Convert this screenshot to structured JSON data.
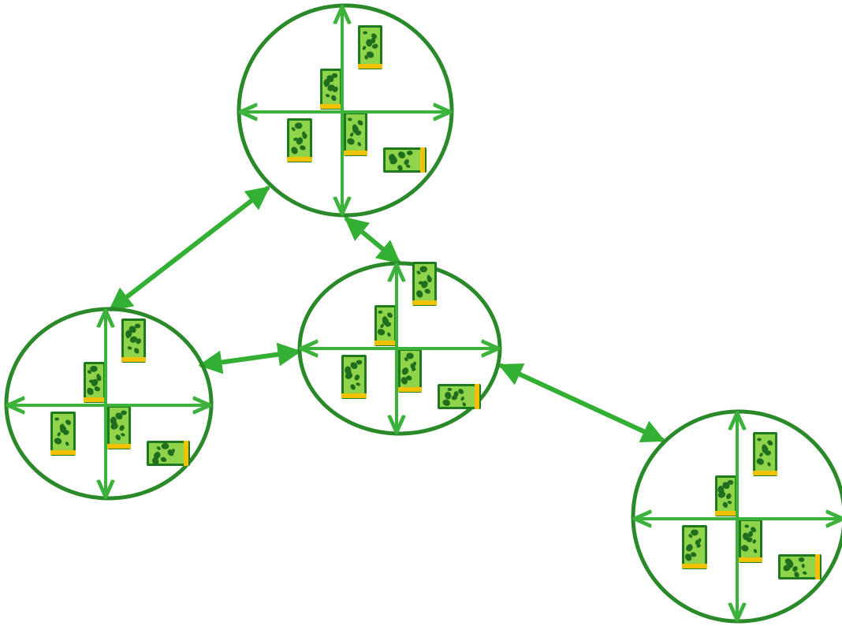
{
  "diagram": {
    "colors": {
      "circle_stroke": "#2a8a2a",
      "axis": "#3cb23c",
      "connector": "#33b033",
      "card_border": "#1f7a1f",
      "card_fill": "#8fd44a",
      "card_spots": "#1f6e1f",
      "card_band": "#f2c200",
      "background": "#ffffff"
    },
    "node_icon": "green-card-icon",
    "nodes": [
      {
        "id": "node-top"
      },
      {
        "id": "node-left"
      },
      {
        "id": "node-middle"
      },
      {
        "id": "node-bottom-right"
      }
    ],
    "edges": [
      {
        "from": "node-top",
        "to": "node-left",
        "arrows": "both"
      },
      {
        "from": "node-top",
        "to": "node-middle",
        "arrows": "both"
      },
      {
        "from": "node-left",
        "to": "node-middle",
        "arrows": "both"
      },
      {
        "from": "node-middle",
        "to": "node-bottom-right",
        "arrows": "both"
      }
    ]
  }
}
